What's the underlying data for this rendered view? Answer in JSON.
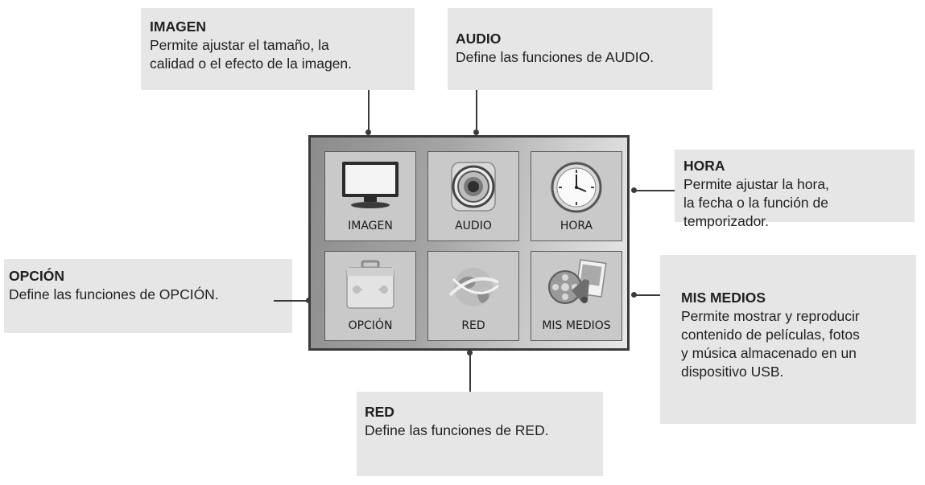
{
  "callouts": {
    "imagen": {
      "title": "IMAGEN",
      "desc": "Permite ajustar el tamaño, la\ncalidad o el efecto de la imagen."
    },
    "audio": {
      "title": "AUDIO",
      "desc": "Define las funciones de AUDIO."
    },
    "hora": {
      "title": "HORA",
      "desc": "Permite ajustar la hora,\nla fecha o la función de\ntemporizador."
    },
    "opcion": {
      "title": "OPCIÓN",
      "desc": "Define las funciones de OPCIÓN."
    },
    "mis_medios": {
      "title": "MIS MEDIOS",
      "desc": "Permite mostrar y reproducir\ncontenido de películas, fotos\ny música almacenado en un\ndispositivo USB."
    },
    "red": {
      "title": "RED",
      "desc": "Define las funciones de RED."
    }
  },
  "menu": {
    "tiles": [
      {
        "label": "IMAGEN",
        "icon": "tv-icon"
      },
      {
        "label": "AUDIO",
        "icon": "speaker-icon"
      },
      {
        "label": "HORA",
        "icon": "clock-icon"
      },
      {
        "label": "OPCIÓN",
        "icon": "toolbox-icon"
      },
      {
        "label": "RED",
        "icon": "globe-icon"
      },
      {
        "label": "MIS MEDIOS",
        "icon": "media-icon"
      }
    ]
  }
}
